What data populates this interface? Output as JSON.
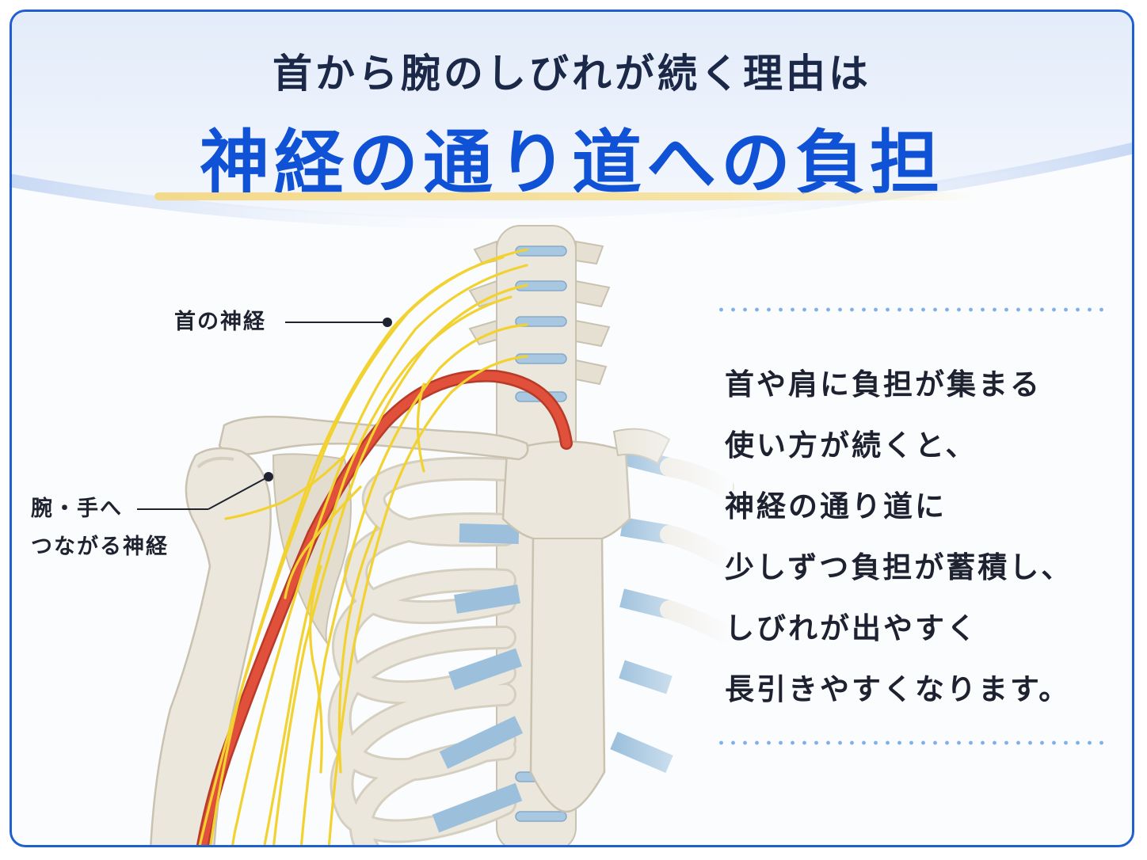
{
  "header": {
    "subtitle": "首から腕のしびれが続く理由は",
    "title": "神経の通り道への負担"
  },
  "labels": {
    "neck_nerve": "首の神経",
    "arm_nerve_line1": "腕・手へ",
    "arm_nerve_line2": "つながる神経"
  },
  "description": {
    "lines": [
      "首や肩に負担が集まる",
      "使い方が続くと、",
      "神経の通り道に",
      "少しずつ負担が蓄積し、",
      "しびれが出やすく",
      "長引きやすくなります。"
    ]
  },
  "colors": {
    "frame": "#1f5fd0",
    "title": "#1052d6",
    "nerve": "#f2d230",
    "artery": "#e0503a",
    "bone": "#ebe7dc",
    "cartilage": "#9cc0dc"
  }
}
